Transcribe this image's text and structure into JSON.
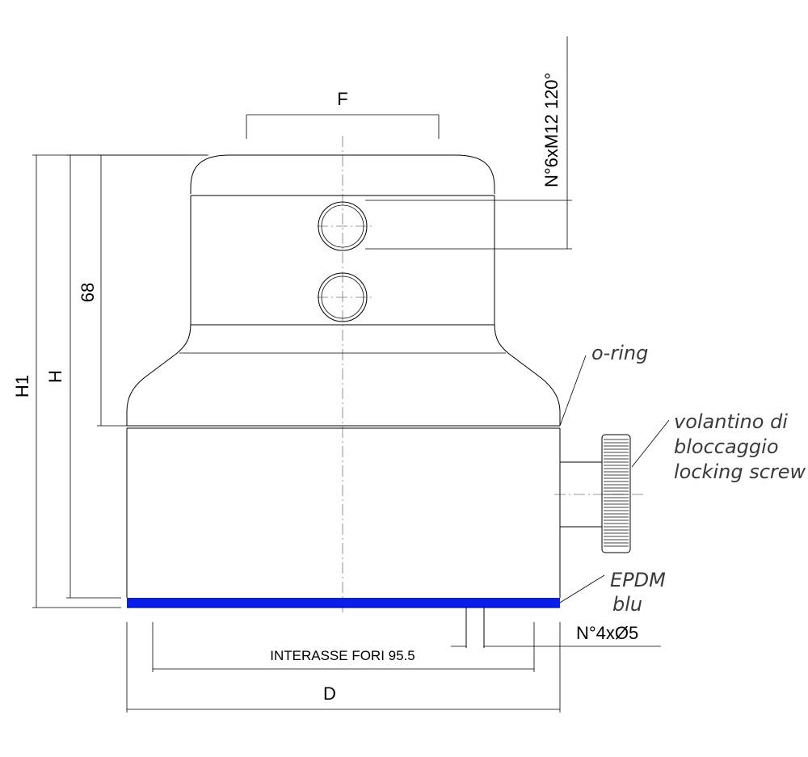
{
  "labels": {
    "f": "F",
    "threads": "N°6xM12 120°",
    "h1": "H1",
    "h": "H",
    "d68": "68",
    "oring": "o-ring",
    "screw_line1": "volantino di",
    "screw_line2": "bloccaggio",
    "screw_line3": "locking screw",
    "epdm_line1": "EPDM",
    "epdm_line2": "blu",
    "holes": "N°4xØ5",
    "interasse": "INTERASSE FORI 95.5",
    "d": "D"
  },
  "colors": {
    "line": "#000000",
    "gasket": "#0a1ee8",
    "note": "#3a3a3a",
    "centerline": "#777777"
  }
}
